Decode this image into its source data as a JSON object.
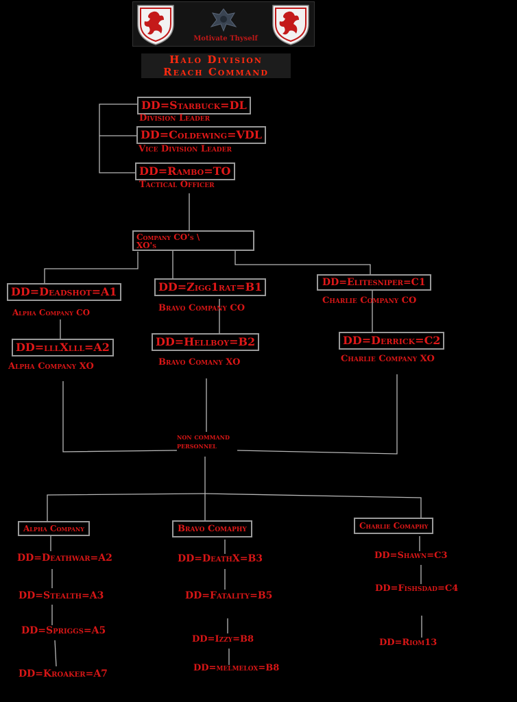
{
  "banner": {
    "text": "Motivate Thyself"
  },
  "title": {
    "line1": "Halo Division",
    "line2": "Reach Command"
  },
  "leaders": [
    {
      "name": "DD=Starbuck=DL",
      "role": "Division Leader"
    },
    {
      "name": "DD=Coldewing=VDL",
      "role": "Vice Division Leader"
    },
    {
      "name": "DD=Rambo=TO",
      "role": "Tactical Officer"
    }
  ],
  "company_cos": {
    "line1": "Company CO's \\",
    "line2": "XO's"
  },
  "alpha": {
    "co_name": "DD=Deadshot=A1",
    "co_role": "Alpha Company CO",
    "xo_name": "DD=lllXlll=A2",
    "xo_role": "Alpha Company XO"
  },
  "bravo": {
    "co_name": "DD=Zigg1rat=B1",
    "co_role": "Bravo Company CO",
    "xo_name": "DD=Hellboy=B2",
    "xo_role": "Bravo Comany XO"
  },
  "charlie": {
    "co_name": "DD=Elitesniper=C1",
    "co_role": "Charlie Company CO",
    "xo_name": "DD=Derrick=C2",
    "xo_role": "Charlie Company XO"
  },
  "non_command": {
    "line1": "non command",
    "line2": "personnel"
  },
  "units": {
    "alpha": {
      "name": "Alpha Company",
      "members": [
        "DD=Deathwar=A2",
        "DD=Stealth=A3",
        "DD=Spriggs=A5",
        "DD=Kroaker=A7"
      ]
    },
    "bravo": {
      "name": "Bravo Comaphy",
      "members": [
        "DD=DeathX=B3",
        "DD=Fatality=B5",
        "DD=Izzy=B8",
        "DD=melmelox=B8"
      ]
    },
    "charlie": {
      "name": "Charlie Comaphy",
      "members": [
        "DD=Shawn=C3",
        "DD=Fishsdad=C4",
        "DD=Riom13"
      ]
    }
  }
}
